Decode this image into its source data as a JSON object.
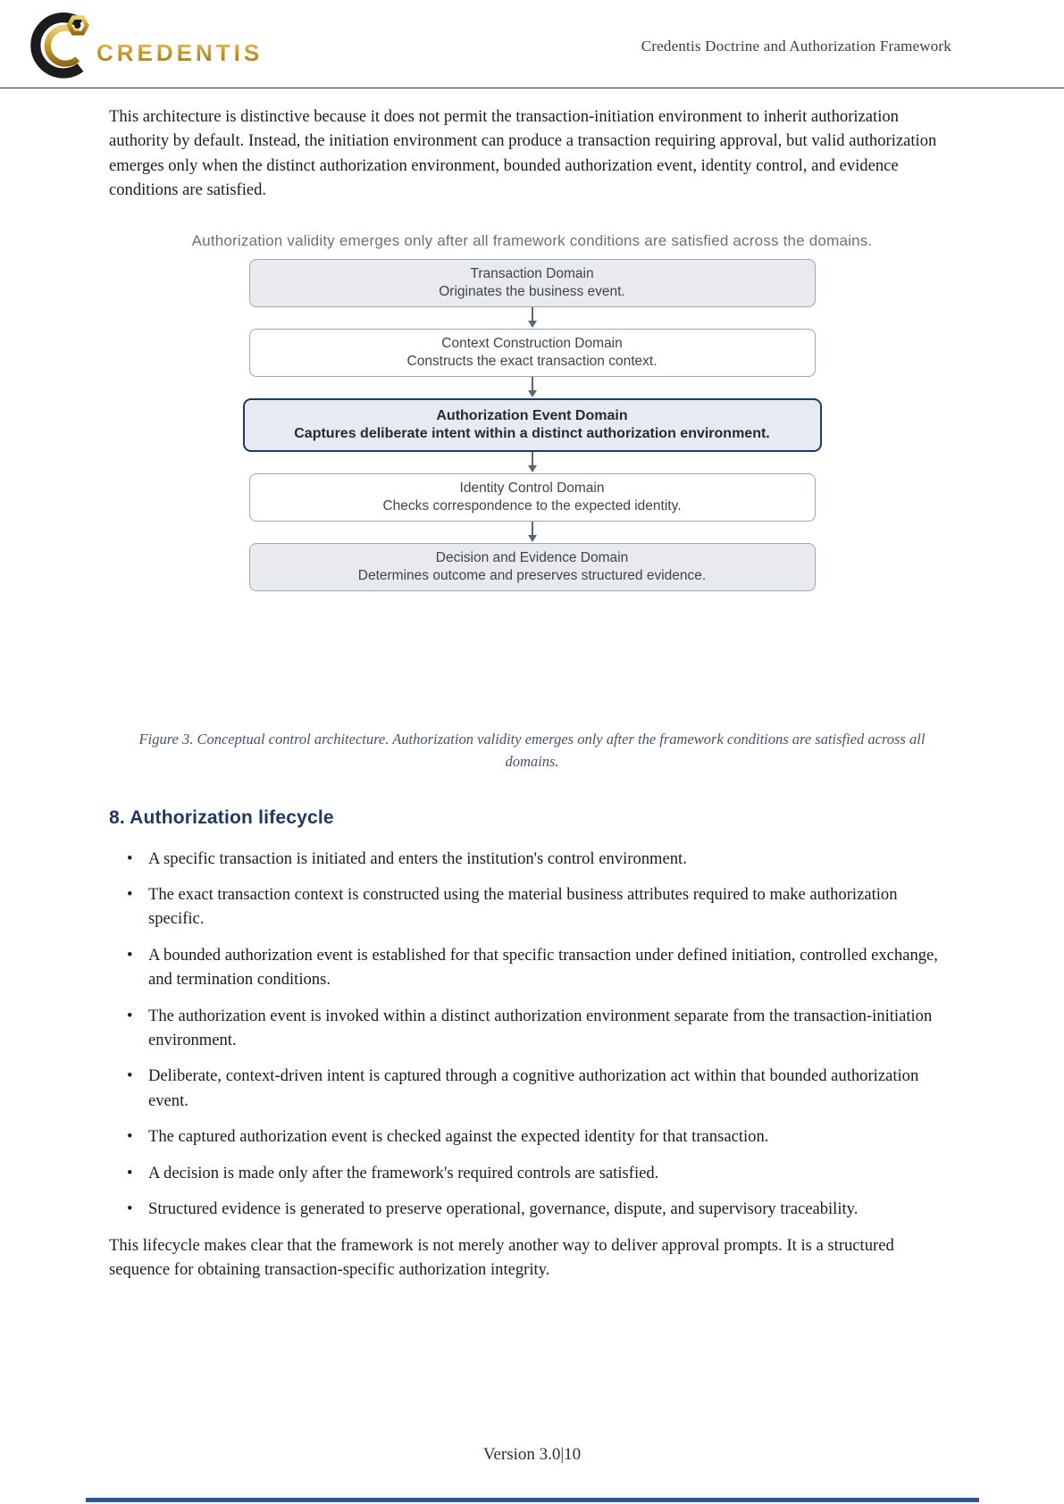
{
  "header": {
    "logo_text": "CREDENTIS",
    "doc_title": "Credentis Doctrine and Authorization Framework"
  },
  "intro_paragraph": "This architecture is distinctive because it does not permit the transaction-initiation environment to inherit authorization authority by default. Instead, the initiation environment can produce a transaction requiring approval, but valid authorization emerges only when the distinct authorization environment, bounded authorization event, identity control, and evidence conditions are satisfied.",
  "figure": {
    "title": "Authorization validity emerges only after all framework conditions are satisfied across the domains.",
    "nodes": [
      {
        "title": "Transaction Domain",
        "subtitle": "Originates the business event.",
        "style": "shaded"
      },
      {
        "title": "Context Construction Domain",
        "subtitle": "Constructs the exact transaction context.",
        "style": "plain"
      },
      {
        "title": "Authorization Event Domain",
        "subtitle": "Captures deliberate intent within a distinct authorization environment.",
        "style": "highlight"
      },
      {
        "title": "Identity Control Domain",
        "subtitle": "Checks correspondence to the expected identity.",
        "style": "plain"
      },
      {
        "title": "Decision and Evidence Domain",
        "subtitle": "Determines outcome and preserves structured evidence.",
        "style": "shaded"
      }
    ],
    "caption": "Figure 3. Conceptual control architecture. Authorization validity emerges only after the framework conditions are satisfied across all domains."
  },
  "section": {
    "heading": "8. Authorization lifecycle",
    "bullets": [
      "A specific transaction is initiated and enters the institution's control environment.",
      "The exact transaction context is constructed using the material business attributes required to make authorization specific.",
      "A bounded authorization event is established for that specific transaction under defined initiation, controlled exchange, and termination conditions.",
      "The authorization event is invoked within a distinct authorization environment separate from the transaction-initiation environment.",
      "Deliberate, context-driven intent is captured through a cognitive authorization act within that bounded authorization event.",
      "The captured authorization event is checked against the expected identity for that transaction.",
      "A decision is made only after the framework's required controls are satisfied.",
      "Structured evidence is generated to preserve operational, governance, dispute, and supervisory traceability."
    ],
    "closing_paragraph": "This lifecycle makes clear that the framework is not merely another way to deliver approval prompts. It is a structured sequence for obtaining transaction-specific authorization integrity."
  },
  "footer": {
    "version_text": "Version 3.0|10"
  },
  "colors": {
    "brand_gold": "#c79a2a",
    "heading_navy": "#1f3864",
    "caption_slate": "#44546a",
    "node_border": "#9aa7b6",
    "node_highlight_border": "#1f3a5f",
    "node_shaded_bg": "#e8eaee",
    "arrow": "#5b6776",
    "footer_bar": "#2f5597"
  }
}
